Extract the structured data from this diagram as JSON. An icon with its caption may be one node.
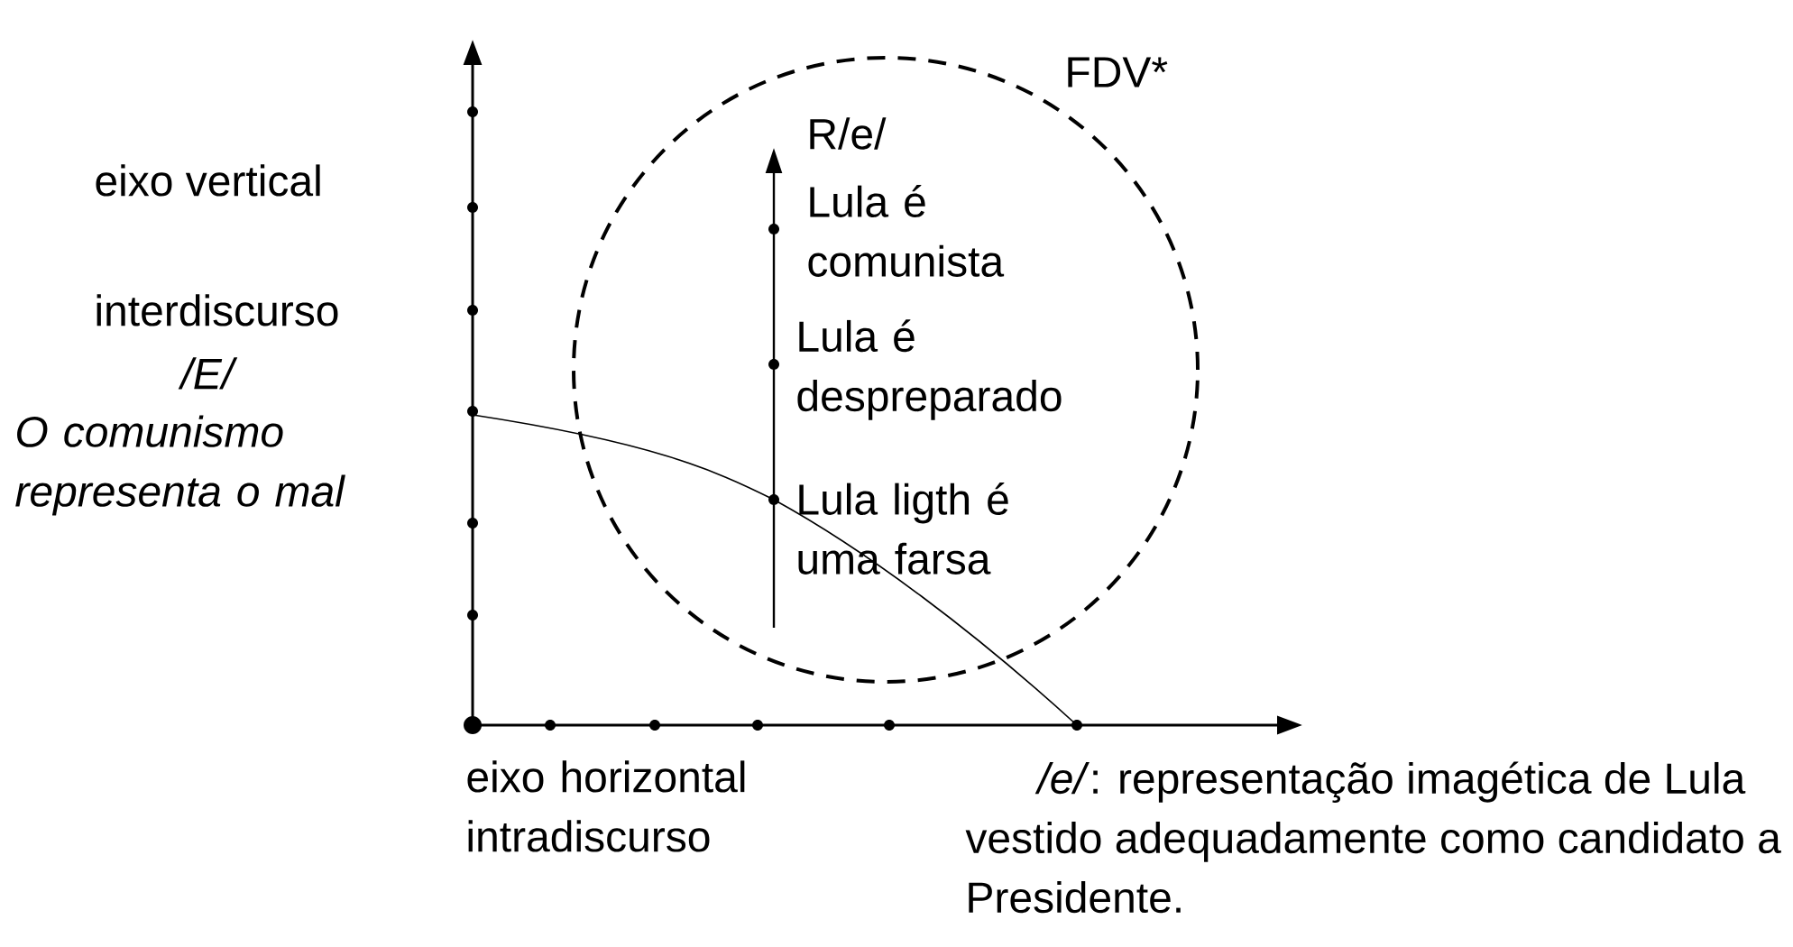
{
  "diagram": {
    "nodes": [
      {
        "text": [
          "FDV*"
        ]
      }
    ],
    "labels": [
      "eixo vertical",
      "R/e/",
      "Lula é comunista",
      "interdiscurso",
      "Lula é despreparado",
      "/E/",
      "O comunismo representa o mal",
      "Lula ligth é uma farsa",
      "eixo horizontal intradiscurso",
      "*/e/*: representação imagética de Lula vestido adequadamente como candidato a Presidente."
    ]
  }
}
